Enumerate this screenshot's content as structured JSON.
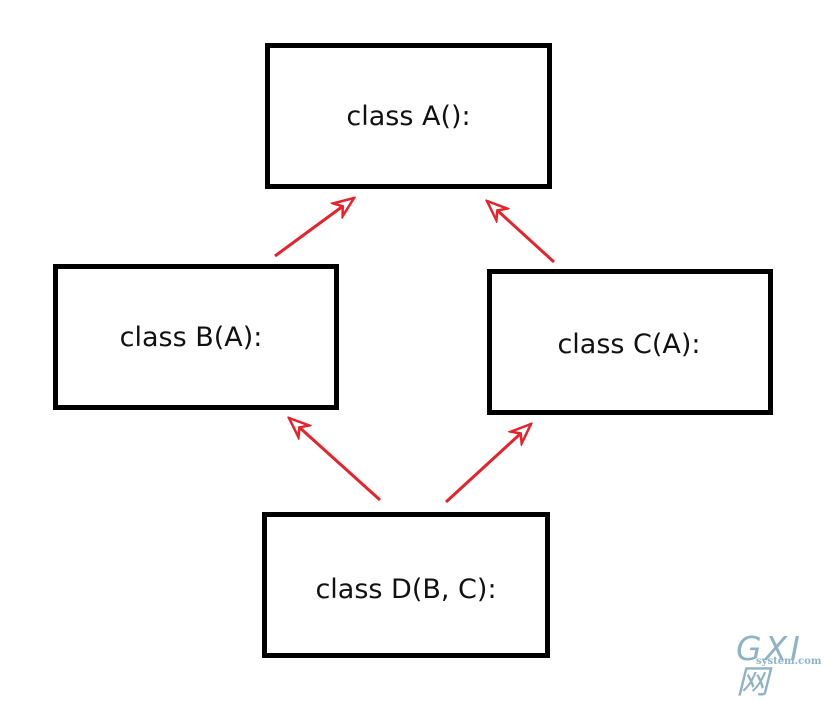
{
  "diagram": {
    "nodes": {
      "a": {
        "label": "class A():"
      },
      "b": {
        "label": "class B(A):"
      },
      "c": {
        "label": "class C(A):"
      },
      "d": {
        "label": "class D(B, C):"
      }
    },
    "edges": [
      {
        "from": "class B(A):",
        "to": "class A():"
      },
      {
        "from": "class C(A):",
        "to": "class A():"
      },
      {
        "from": "class D(B, C):",
        "to": "class B(A):"
      },
      {
        "from": "class D(B, C):",
        "to": "class C(A):"
      }
    ],
    "colors": {
      "box_border": "#000000",
      "arrow": "#e8222b",
      "text": "#111111"
    }
  },
  "watermark": {
    "main": "GXI网",
    "sub": "system.com"
  }
}
